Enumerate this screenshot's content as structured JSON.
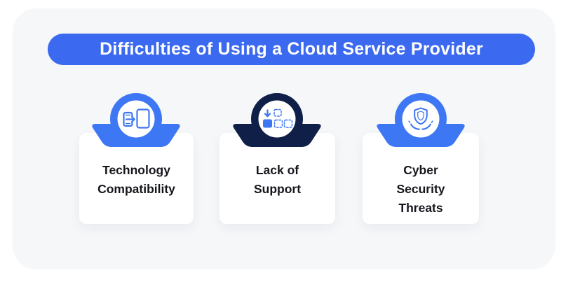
{
  "colors": {
    "banner_blue": "#3B69EF",
    "badge_blue": "#3E77F3",
    "badge_navy": "#101F47",
    "panel_bg": "#F6F7F9",
    "card_bg": "#FFFFFF",
    "text_dark": "#15161C"
  },
  "header": {
    "title": "Difficulties of Using a Cloud Service Provider"
  },
  "cards": [
    {
      "label": "Technology\nCompatibility",
      "icon": "device-compatibility-icon",
      "badge_theme": "blue"
    },
    {
      "label": "Lack of\nSupport",
      "icon": "missing-components-icon",
      "badge_theme": "navy"
    },
    {
      "label": "Cyber\nSecurity\nThreats",
      "icon": "security-shield-icon",
      "badge_theme": "blue"
    }
  ]
}
